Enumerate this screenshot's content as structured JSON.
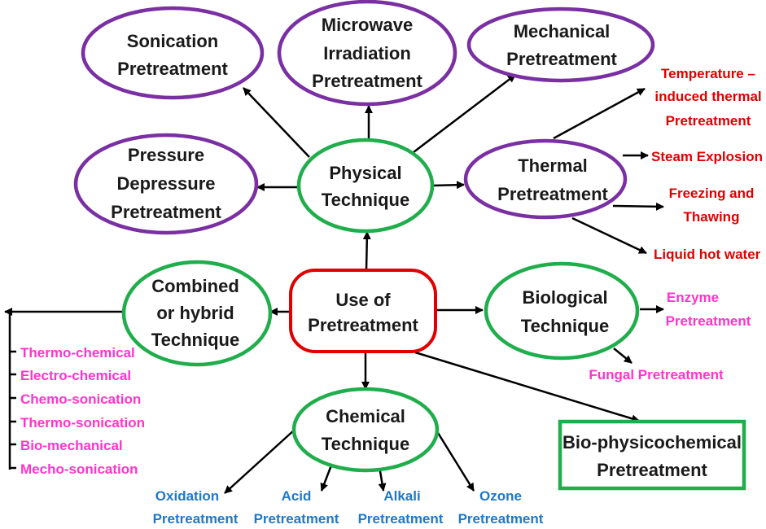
{
  "colors": {
    "purple": "#7a2fa3",
    "green": "#1fae4b",
    "red_border": "#e00000",
    "red_text": "#e00000",
    "pink_text": "#ff33cc",
    "blue_text": "#1f78c8",
    "arrow": "#000000"
  },
  "center": {
    "line1": "Use of",
    "line2": "Pretreatment"
  },
  "physical": {
    "line1": "Physical",
    "line2": "Technique"
  },
  "biological": {
    "line1": "Biological",
    "line2": "Technique"
  },
  "chemical": {
    "line1": "Chemical",
    "line2": "Technique"
  },
  "combined": {
    "line1": "Combined",
    "line2": "or hybrid",
    "line3": "Technique"
  },
  "sonication": {
    "line1": "Sonication",
    "line2": "Pretreatment"
  },
  "microwave": {
    "line1": "Microwave",
    "line2": "Irradiation",
    "line3": "Pretreatment"
  },
  "mechanical": {
    "line1": "Mechanical",
    "line2": "Pretreatment"
  },
  "pressure": {
    "line1": "Pressure",
    "line2": "Depressure",
    "line3": "Pretreatment"
  },
  "thermal": {
    "line1": "Thermal",
    "line2": "Pretreatment"
  },
  "thermal_children": {
    "temperature": {
      "line1": "Temperature –",
      "line2": "induced thermal",
      "line3": "Pretreatment"
    },
    "steam": "Steam Explosion",
    "freezing": {
      "line1": "Freezing and",
      "line2": "Thawing"
    },
    "liquid": "Liquid hot water"
  },
  "biological_children": {
    "enzyme": {
      "line1": "Enzyme",
      "line2": "Pretreatment"
    },
    "fungal": "Fungal Pretreatment"
  },
  "biophysico": {
    "line1": "Bio-physicochemical",
    "line2": "Pretreatment"
  },
  "combined_children": [
    "Thermo-chemical",
    "Electro-chemical",
    "Chemo-sonication",
    "Thermo-sonication",
    "Bio-mechanical",
    "Mecho-sonication"
  ],
  "chemical_children": {
    "oxidation": {
      "line1": "Oxidation",
      "line2": "Pretreatment"
    },
    "acid": {
      "line1": "Acid",
      "line2": "Pretreatment"
    },
    "alkali": {
      "line1": "Alkali",
      "line2": "Pretreatment"
    },
    "ozone": {
      "line1": "Ozone",
      "line2": "Pretreatment"
    }
  }
}
